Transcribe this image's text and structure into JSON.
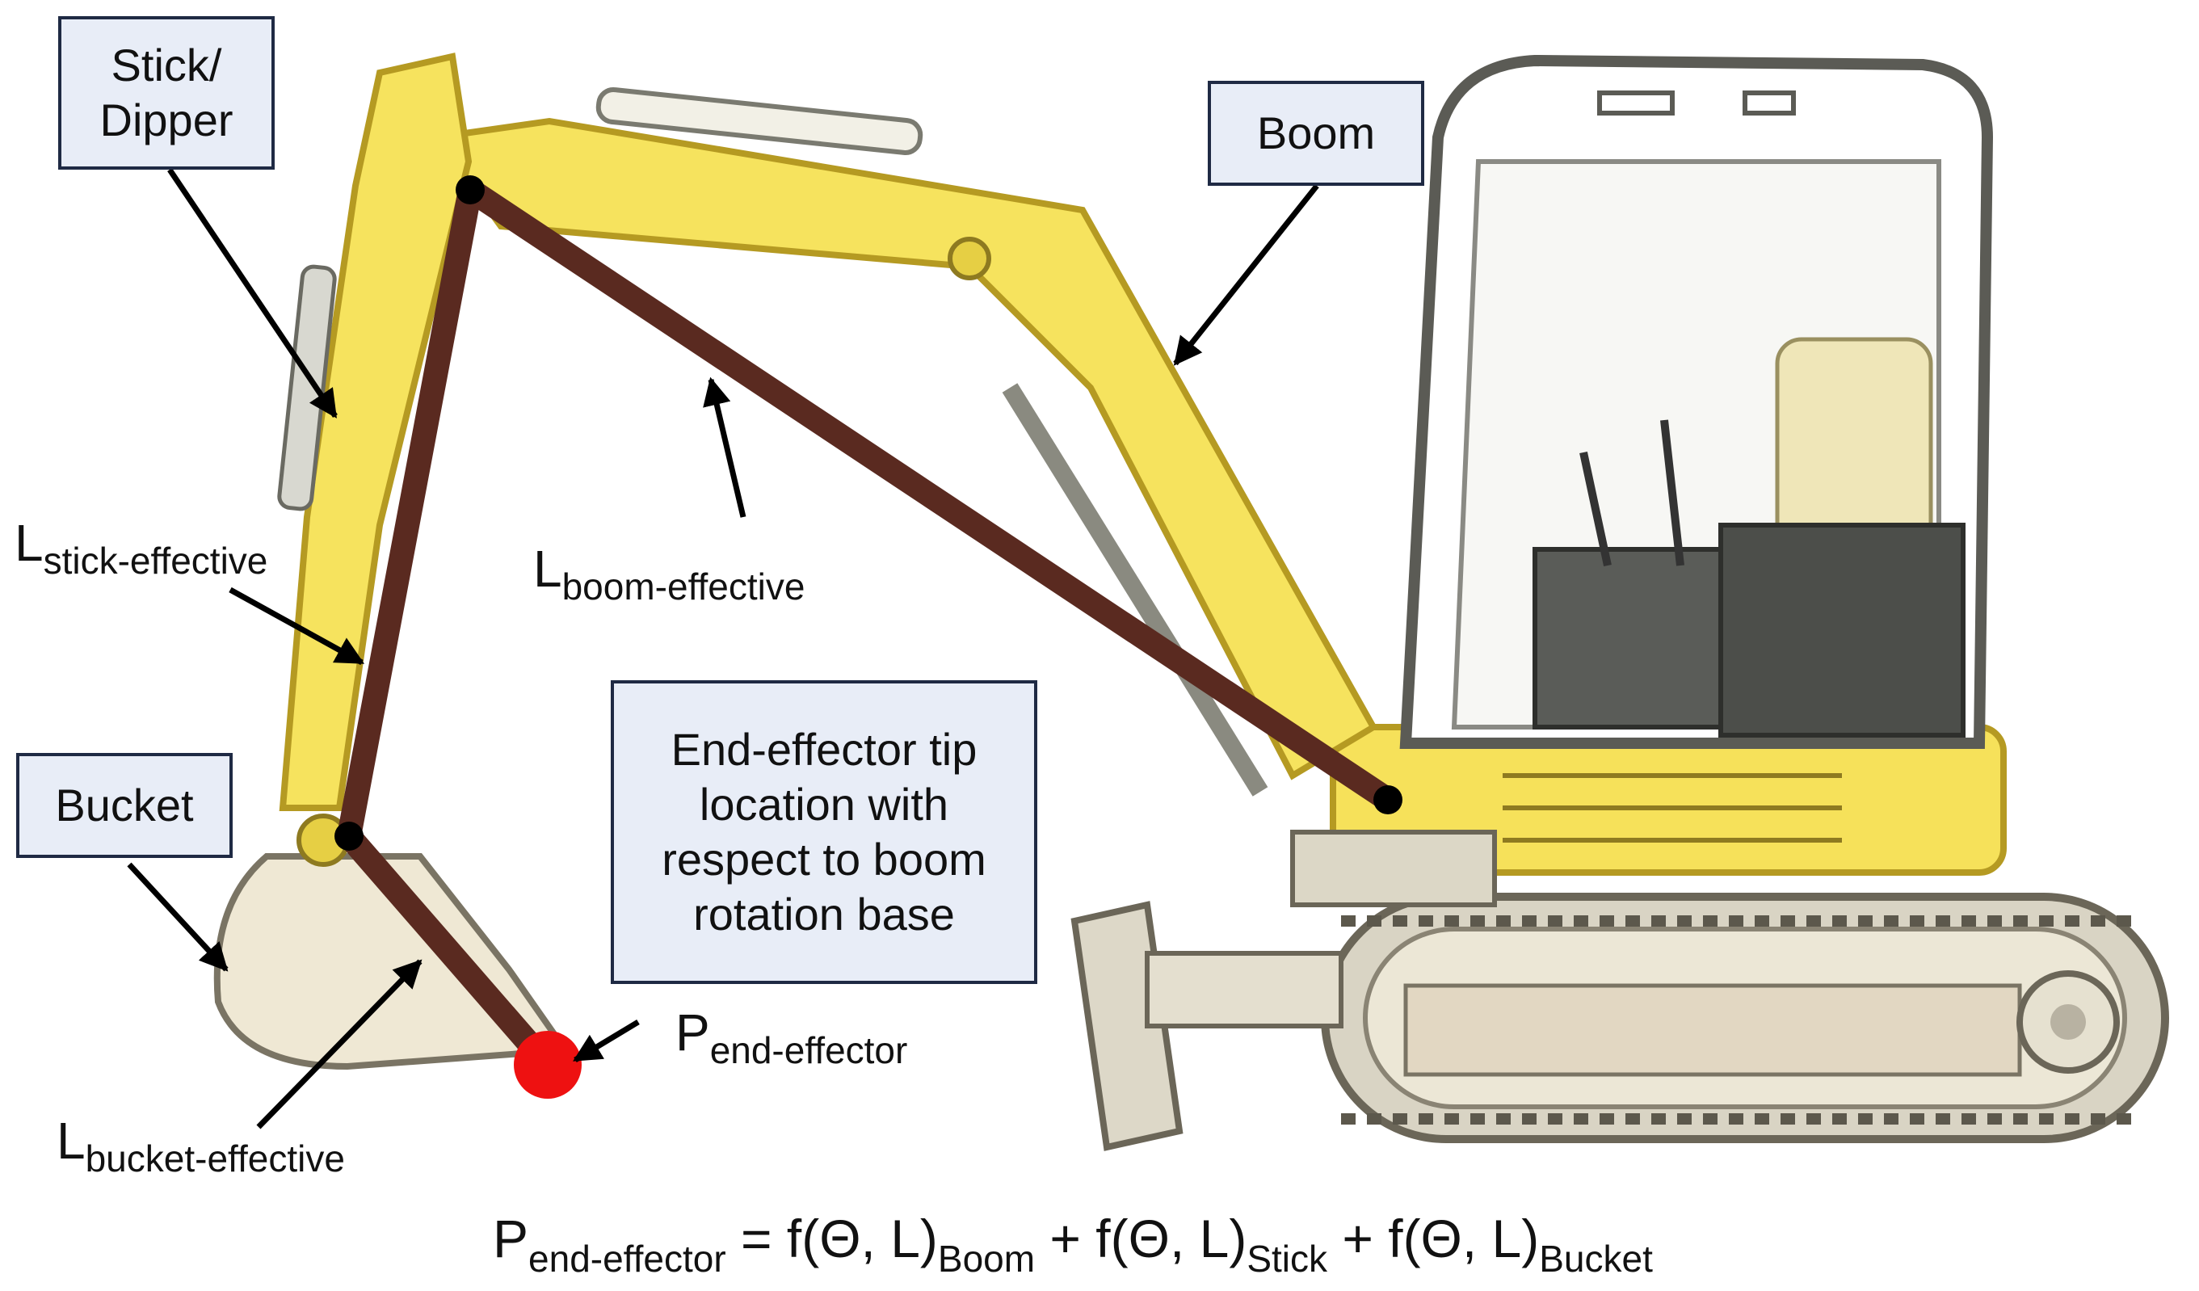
{
  "labels": {
    "stick": [
      "Stick/",
      "Dipper"
    ],
    "boom": "Boom",
    "bucket": "Bucket",
    "end_effector_box": [
      "End-effector tip",
      "location with",
      "respect to boom",
      "rotation base"
    ],
    "l_stick": {
      "main": "L",
      "sub": "stick-effective"
    },
    "l_boom": {
      "main": "L",
      "sub": "boom-effective"
    },
    "l_bucket": {
      "main": "L",
      "sub": "bucket-effective"
    },
    "p_end": {
      "main": "P",
      "sub": "end-effector"
    }
  },
  "formula": {
    "p": "P",
    "p_sub": "end-effector",
    "eq": " = f(Θ, L)",
    "boom_sub": "Boom",
    "plus1": " + f(Θ, L)",
    "stick_sub": "Stick",
    "plus2": " + f(Θ, L)",
    "bucket_sub": "Bucket"
  },
  "colors": {
    "arm_link": "#5a2a20",
    "end_effector_dot": "#ee1111",
    "machine_yellow": "#f4e04a",
    "label_box_fill": "#e8edf7"
  }
}
